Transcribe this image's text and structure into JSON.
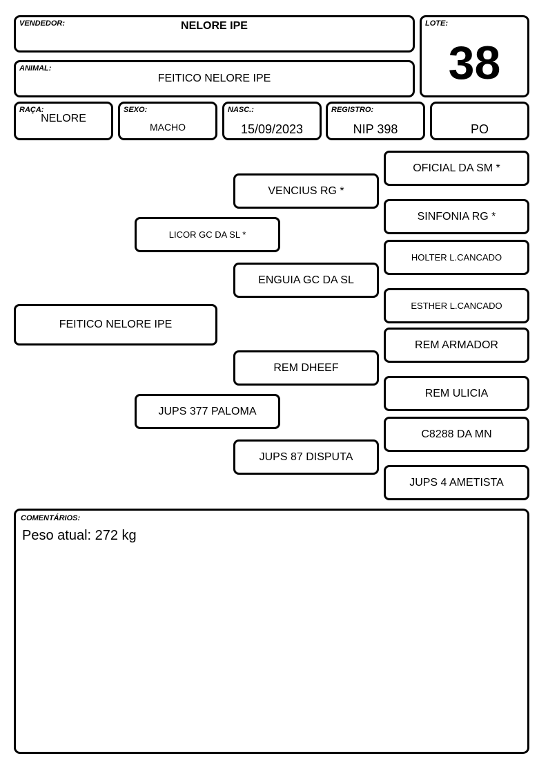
{
  "header": {
    "vendedor_label": "VENDEDOR:",
    "vendedor": "NELORE IPE",
    "lote_label": "LOTE:",
    "lote": "38",
    "animal_label": "ANIMAL:",
    "animal": "FEITICO NELORE IPE"
  },
  "info": {
    "raca_label": "RAÇA:",
    "raca": "NELORE",
    "sexo_label": "SEXO:",
    "sexo": "MACHO",
    "nasc_label": "NASC.:",
    "nasc": "15/09/2023",
    "registro_label": "REGISTRO:",
    "registro": "NIP 398",
    "categoria": "PO"
  },
  "pedigree": {
    "animal": "FEITICO NELORE IPE",
    "sire": "LICOR GC DA SL *",
    "dam": "JUPS 377 PALOMA",
    "sire_sire": "VENCIUS RG *",
    "sire_dam": "ENGUIA GC DA SL",
    "dam_sire": "REM DHEEF",
    "dam_dam": "JUPS 87 DISPUTA",
    "g3": [
      "OFICIAL DA SM *",
      "SINFONIA RG *",
      "HOLTER L.CANCADO",
      "ESTHER L.CANCADO",
      "REM ARMADOR",
      "REM ULICIA",
      "C8288 DA MN",
      "JUPS 4 AMETISTA"
    ]
  },
  "comments": {
    "label": "COMENTÁRIOS:",
    "text": "Peso atual: 272 kg"
  }
}
